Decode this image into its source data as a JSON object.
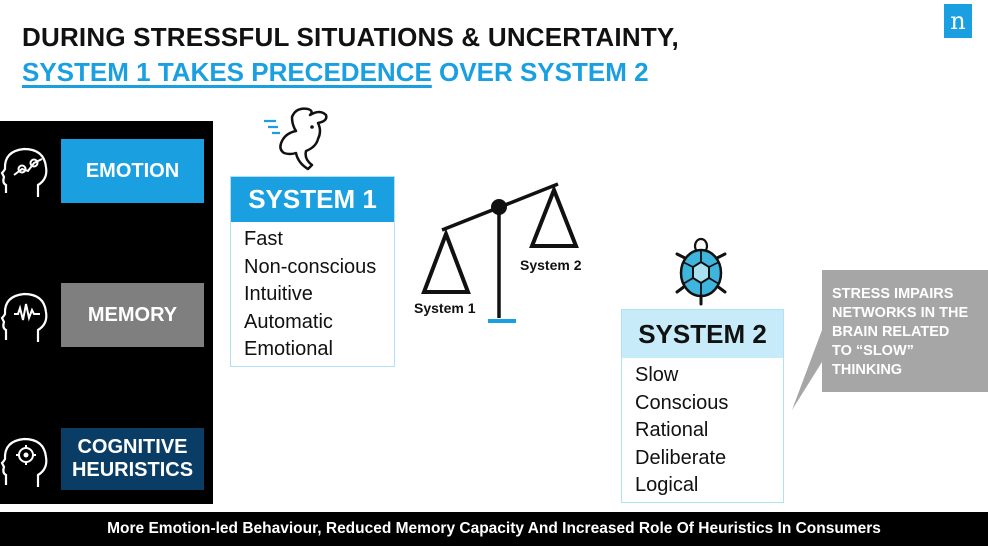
{
  "header": {
    "title_line1": "DURING STRESSFUL SITUATIONS & UNCERTAINTY,",
    "title_line2_highlight": "SYSTEM 1 TAKES PRECEDENCE",
    "title_line2_rest": " OVER SYSTEM 2",
    "logo_letter": "n"
  },
  "colors": {
    "accent_blue": "#1aa0e0",
    "dark_navy": "#0a3d66",
    "gray": "#7f7f7f",
    "light_blue": "#c8ebf9"
  },
  "left_panel": {
    "items": [
      {
        "label": "EMOTION",
        "icon": "head-emotion-icon"
      },
      {
        "label": "MEMORY",
        "icon": "head-memory-icon"
      },
      {
        "label_line1": "COGNITIVE",
        "label_line2": "HEURISTICS",
        "icon": "head-cognition-icon"
      }
    ]
  },
  "system1": {
    "title": "SYSTEM 1",
    "icon": "rabbit-icon",
    "traits": [
      "Fast",
      "Non-conscious",
      "Intuitive",
      "Automatic",
      "Emotional"
    ]
  },
  "system2": {
    "title": "SYSTEM 2",
    "icon": "turtle-icon",
    "traits": [
      "Slow",
      "Conscious",
      "Rational",
      "Deliberate",
      "Logical"
    ]
  },
  "scale": {
    "icon": "balance-scale-icon",
    "left_label": "System 1",
    "right_label": "System 2"
  },
  "callout": {
    "line1": "STRESS IMPAIRS",
    "line2": "NETWORKS IN THE",
    "line3": "BRAIN RELATED",
    "line4": "TO “SLOW”",
    "line5": "THINKING"
  },
  "footer": {
    "text": "More Emotion-led Behaviour, Reduced Memory Capacity And Increased Role Of Heuristics In Consumers"
  }
}
